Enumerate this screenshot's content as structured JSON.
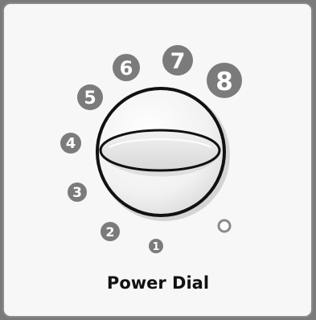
{
  "widget": {
    "title": "Power Dial",
    "off_label": "",
    "levels": [
      "1",
      "2",
      "3",
      "4",
      "5",
      "6",
      "7",
      "8"
    ],
    "selected_level": "off",
    "marker_color": "#7b7b7b",
    "knob_rim_color": "#111111"
  }
}
